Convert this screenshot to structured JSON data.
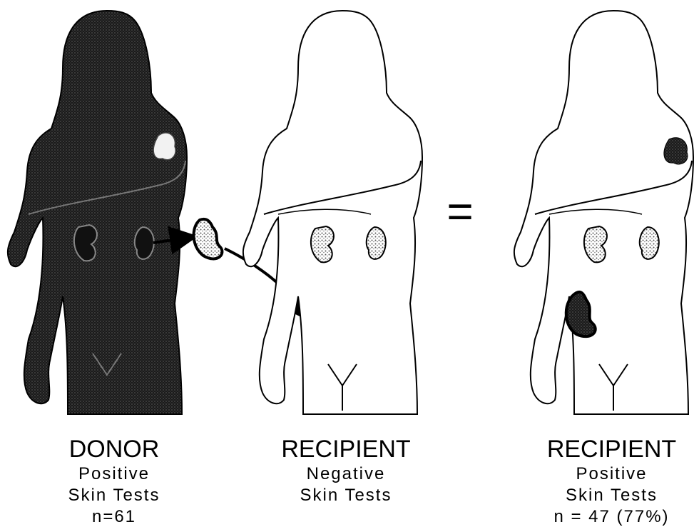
{
  "panels": [
    {
      "title": "DONOR",
      "line1": "Positive",
      "line2": "Skin Tests",
      "line3": "n=61"
    },
    {
      "title": "RECIPIENT",
      "line1": "Negative",
      "line2": "Skin Tests",
      "line3": ""
    },
    {
      "title": "RECIPIENT",
      "line1": "Positive",
      "line2": "Skin Tests",
      "line3": "n = 47 (77%)"
    }
  ],
  "equals_symbol": "=",
  "colors": {
    "body_fill_donor": "#2b2b2b",
    "outline": "#000000",
    "background": "#ffffff"
  }
}
